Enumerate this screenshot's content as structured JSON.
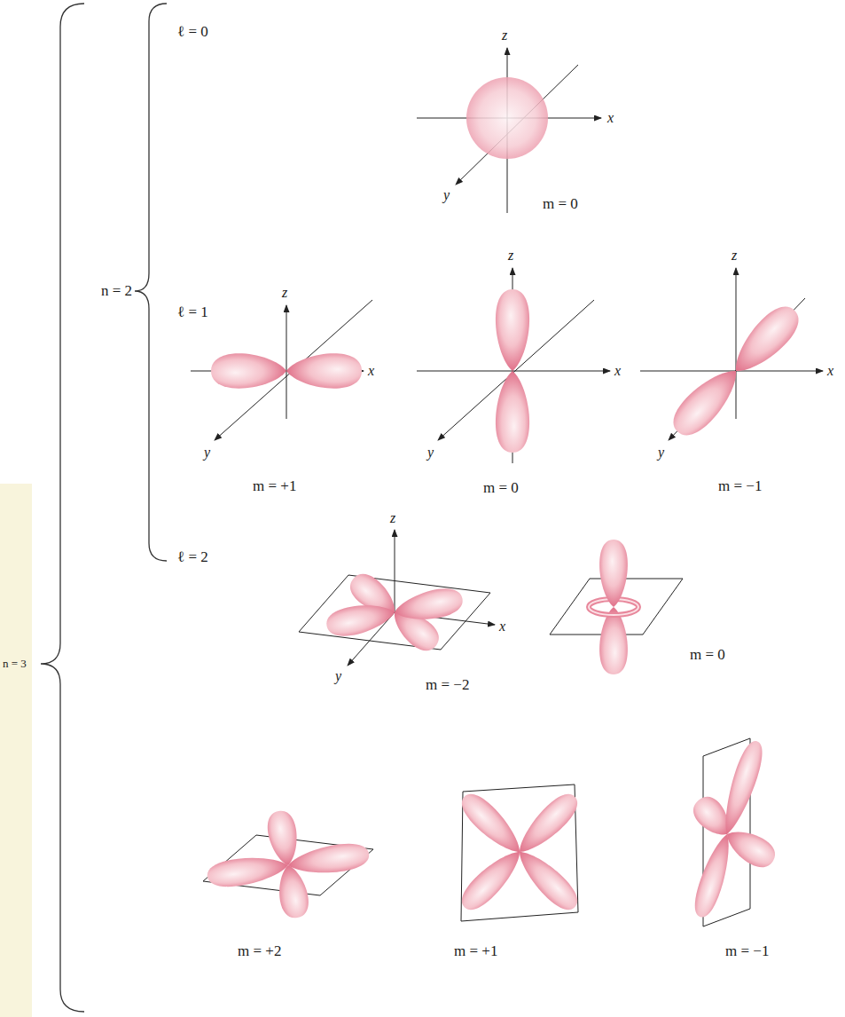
{
  "diagram": {
    "labels": [
      "ℓ = 0",
      "z",
      "x",
      "y",
      "m = 0",
      "n = 2",
      "ℓ = 1",
      "z",
      "x",
      "y",
      "m = +1",
      "z",
      "x",
      "y",
      "m = 0",
      "z",
      "x",
      "y",
      "m = −1",
      "n = 3",
      "ℓ = 2",
      "z",
      "x",
      "y",
      "m = −2",
      "m = 0",
      "m = +2",
      "m = +1",
      "m = −1"
    ]
  }
}
